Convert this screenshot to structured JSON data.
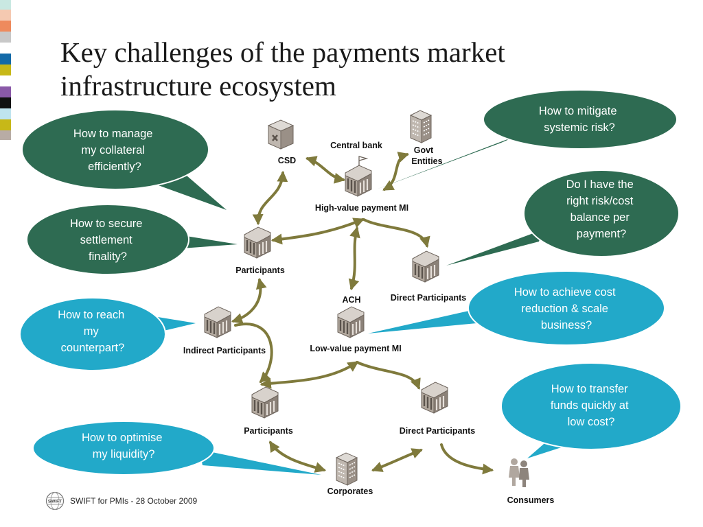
{
  "title_line1": "Key challenges of the payments market",
  "title_line2": "infrastructure ecosystem",
  "nodes": {
    "csd": "CSD",
    "central_bank": "Central bank",
    "govt_line1": "Govt",
    "govt_line2": "Entities",
    "high_value_mi": "High-value payment MI",
    "participants_top": "Participants",
    "direct_participants_top": "Direct Participants",
    "ach": "ACH",
    "indirect_participants": "Indirect Participants",
    "low_value_mi": "Low-value payment MI",
    "participants_bottom": "Participants",
    "direct_participants_bottom": "Direct Participants",
    "corporates": "Corporates",
    "consumers": "Consumers"
  },
  "bubbles": {
    "collateral": [
      "How to manage",
      "my collateral",
      "efficiently?"
    ],
    "settlement": [
      "How to secure",
      "settlement",
      "finality?"
    ],
    "counterpart": [
      "How to reach",
      "my",
      "counterpart?"
    ],
    "liquidity": [
      "How to optimise",
      "my liquidity?"
    ],
    "systemic": [
      "How to mitigate",
      "systemic risk?"
    ],
    "risk_cost": [
      "Do I have the",
      "right risk/cost",
      "balance per",
      "payment?"
    ],
    "cost_reduction": [
      "How to achieve cost",
      "reduction & scale",
      "business?"
    ],
    "transfer": [
      "How to transfer",
      "funds quickly at",
      "low cost?"
    ]
  },
  "footer": {
    "text": "SWIFT for PMIs - 28 October 2009",
    "logo_text": "SWIFT"
  },
  "colors": {
    "dark_bubble": "#2e6b52",
    "light_bubble": "#22a9c9",
    "arrow": "#7f7a3c",
    "building": "#9a8f84",
    "strip": [
      "#c9e8e2",
      "#f5c9b1",
      "#ee8a5d",
      "#c8c8c8",
      "#136aa8",
      "#c7b818",
      "#8a59a8",
      "#111111",
      "#bfe4ef",
      "#c7b818",
      "#b8aca5"
    ]
  },
  "icons": [
    "csd-building-icon",
    "central-bank-icon",
    "govt-tower-icon",
    "bank-building-icon",
    "corporates-tower-icon",
    "consumers-people-icon",
    "swift-globe-icon"
  ]
}
